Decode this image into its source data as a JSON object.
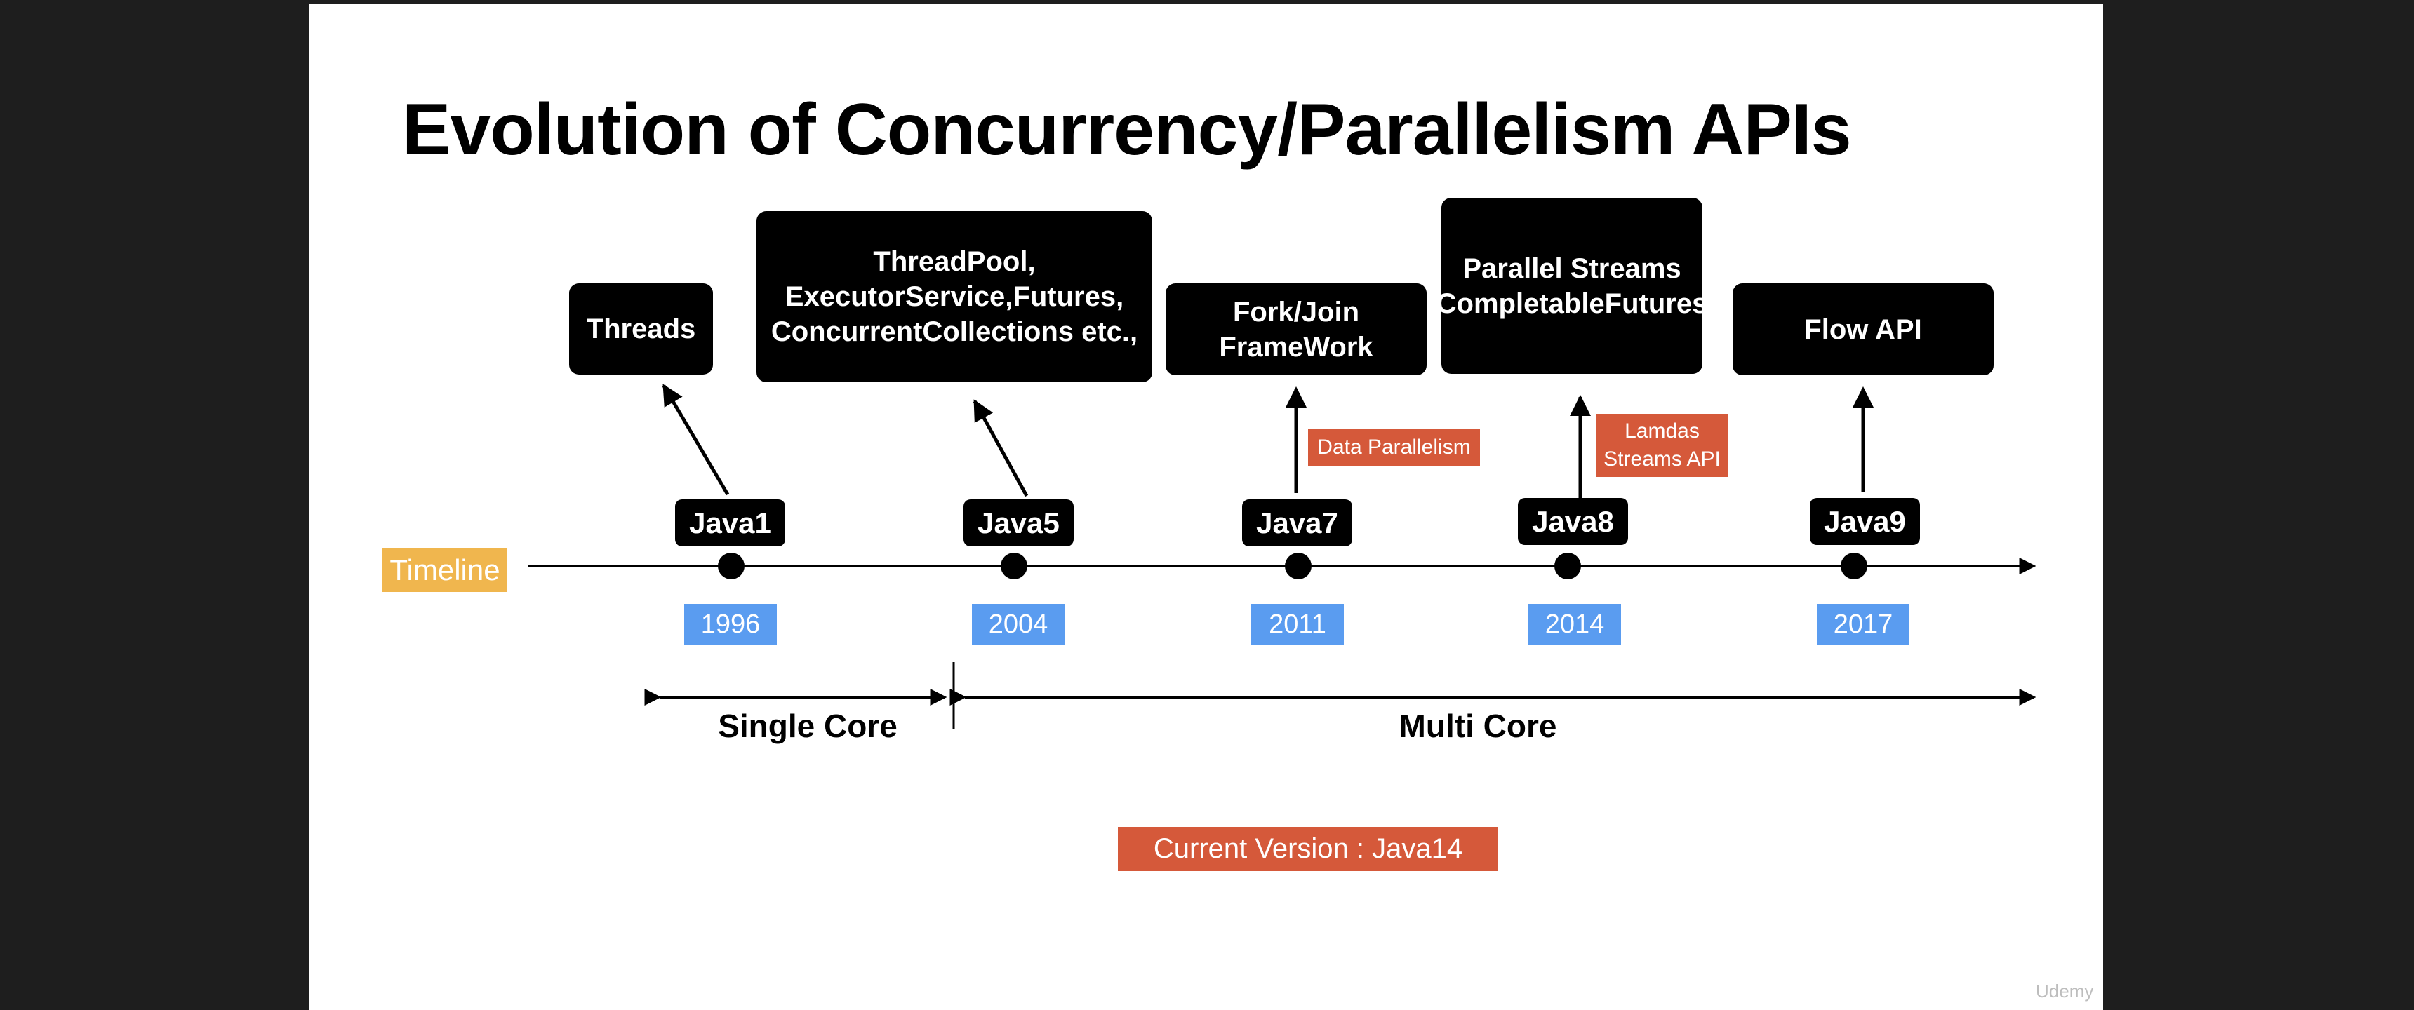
{
  "slide": {
    "title": "Evolution of Concurrency/Parallelism APIs",
    "timeline_label": "Timeline",
    "versions": [
      {
        "version": "Java1",
        "year": "1996",
        "api": "Threads"
      },
      {
        "version": "Java5",
        "year": "2004",
        "api": "ThreadPool,\nExecutorService,Futures,\nConcurrentCollections etc.,"
      },
      {
        "version": "Java7",
        "year": "2011",
        "api": "Fork/Join\nFrameWork",
        "note": "Data Parallelism"
      },
      {
        "version": "Java8",
        "year": "2014",
        "api": "Parallel Streams\nCompletableFutures",
        "note": "Lamdas\nStreams API"
      },
      {
        "version": "Java9",
        "year": "2017",
        "api": "Flow API"
      }
    ],
    "eras": {
      "single_core": "Single Core",
      "multi_core": "Multi Core"
    },
    "current_version": "Current Version : Java14",
    "watermark": "Udemy"
  },
  "colors": {
    "api_box": "#000000",
    "year_box": "#5a9cf0",
    "note_box": "#d5593a",
    "timeline_label": "#f0b64e",
    "current_version": "#d5593a"
  }
}
